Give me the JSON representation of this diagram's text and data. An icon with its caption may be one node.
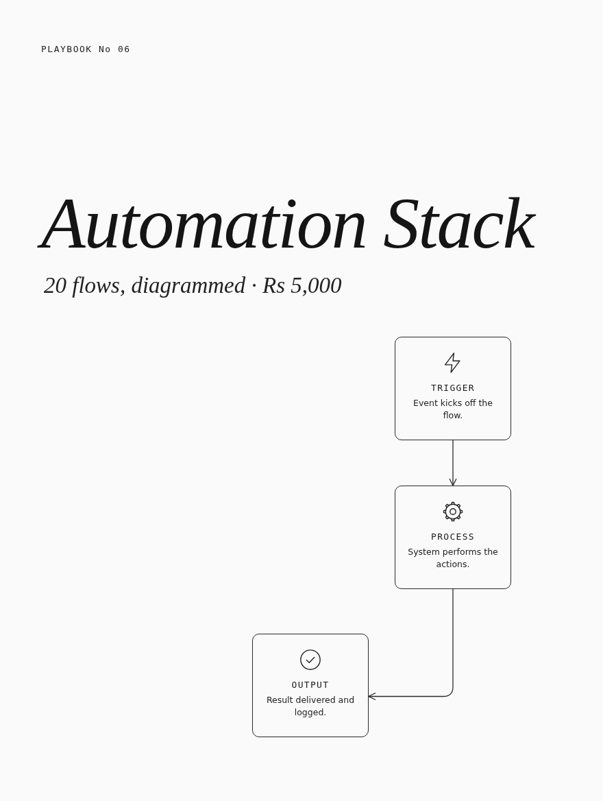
{
  "diagram": {
    "title": "Automation Stack",
    "nodes": [
      {
        "text": [
          "TRIGGER",
          "Event kicks off the flow."
        ]
      },
      {
        "text": [
          "PROCESS",
          "System performs the actions."
        ]
      },
      {
        "text": [
          "OUTPUT",
          "Result delivered and logged."
        ]
      }
    ],
    "edges": [
      {
        "from": 0,
        "to": 1,
        "arrow": "to"
      },
      {
        "from": 1,
        "to": 2,
        "arrow": "to"
      }
    ],
    "labels": [
      "PLAYBOOK No 06",
      "20 flows, diagrammed · Rs 5,000"
    ]
  }
}
